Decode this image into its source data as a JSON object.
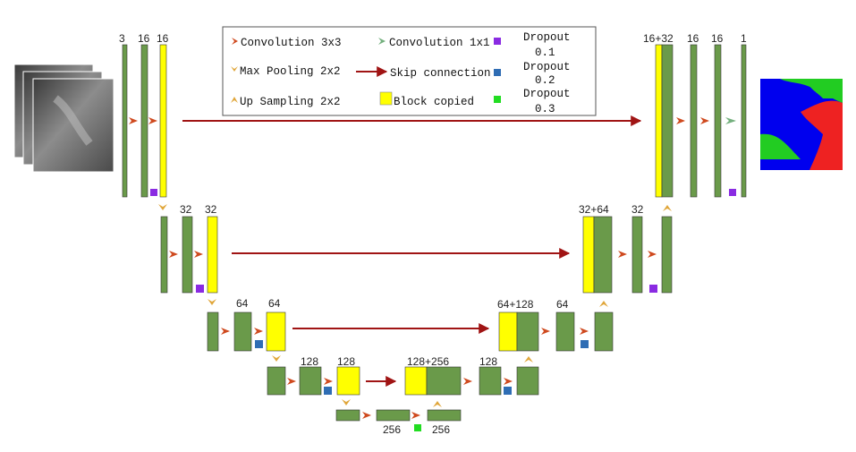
{
  "colors": {
    "feature_block": "#6a9a4a",
    "copied_block": "#ffff00",
    "conv3x3": "#cf4a1f",
    "conv1x1": "#74b07e",
    "maxpool": "#e0a63a",
    "upsample": "#e0a63a",
    "skip": "#a01414",
    "dropout_01": "#8a2be2",
    "dropout_02": "#2f6db4",
    "dropout_03": "#22dd22"
  },
  "legend": {
    "conv3x3": "Convolution 3x3",
    "maxpool": "Max Pooling 2x2",
    "upsample": "Up Sampling 2x2",
    "conv1x1": "Convolution 1x1",
    "skip": "Skip connection",
    "block_copied": "Block copied",
    "dropout_title": "Dropout",
    "dropout_01": "0.1",
    "dropout_02": "0.2",
    "dropout_03": "0.3"
  },
  "labels": {
    "l1_in": "3",
    "l1_a": "16",
    "l1_b": "16",
    "l2_a": "32",
    "l2_b": "32",
    "l3_a": "64",
    "l3_b": "64",
    "l4_a": "128",
    "l4_b": "128",
    "bot_a": "256",
    "bot_b": "256",
    "u4_cat": "128+256",
    "u4_a": "128",
    "u3_cat": "64+128",
    "u3_a": "64",
    "u2_cat": "32+64",
    "u2_a": "32",
    "u1_cat": "16+32",
    "u1_a": "16",
    "u1_b": "16",
    "out": "1"
  }
}
